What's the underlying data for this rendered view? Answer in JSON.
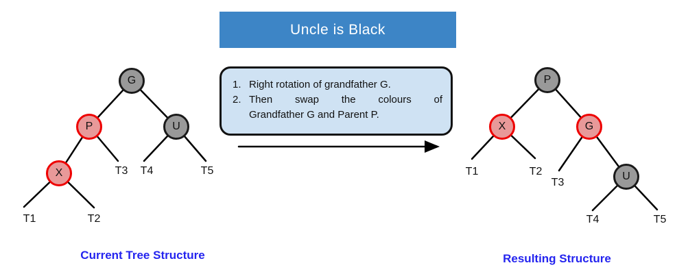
{
  "header": {
    "title": "Uncle is Black"
  },
  "instructions": {
    "item1_num": "1.",
    "item1": "Right rotation of grandfather G.",
    "item2_num": "2.",
    "item2_line1": "Then swap the colours of",
    "item2_line2": "Grandfather G and Parent P."
  },
  "left_tree": {
    "caption": "Current Tree Structure",
    "nodes": [
      {
        "label": "G",
        "color": "black"
      },
      {
        "label": "P",
        "color": "red"
      },
      {
        "label": "U",
        "color": "black"
      },
      {
        "label": "X",
        "color": "red"
      }
    ],
    "leaves": [
      {
        "label": "T1"
      },
      {
        "label": "T2"
      },
      {
        "label": "T3"
      },
      {
        "label": "T4"
      },
      {
        "label": "T5"
      }
    ]
  },
  "right_tree": {
    "caption": "Resulting Structure",
    "nodes": [
      {
        "label": "P",
        "color": "black"
      },
      {
        "label": "X",
        "color": "red"
      },
      {
        "label": "G",
        "color": "red"
      },
      {
        "label": "U",
        "color": "black"
      }
    ],
    "leaves": [
      {
        "label": "T1"
      },
      {
        "label": "T2"
      },
      {
        "label": "T3"
      },
      {
        "label": "T4"
      },
      {
        "label": "T5"
      }
    ]
  },
  "colors": {
    "header_bg": "#3d85c6",
    "header_fg": "#ffffff",
    "box_bg": "#cfe2f3",
    "box_border": "#111111",
    "node_black_fill": "#999999",
    "node_black_border": "#1a1a1a",
    "node_red_fill": "#e89999",
    "node_red_border": "#ee0000",
    "caption_color": "#2424ef",
    "line_color": "#000000"
  }
}
